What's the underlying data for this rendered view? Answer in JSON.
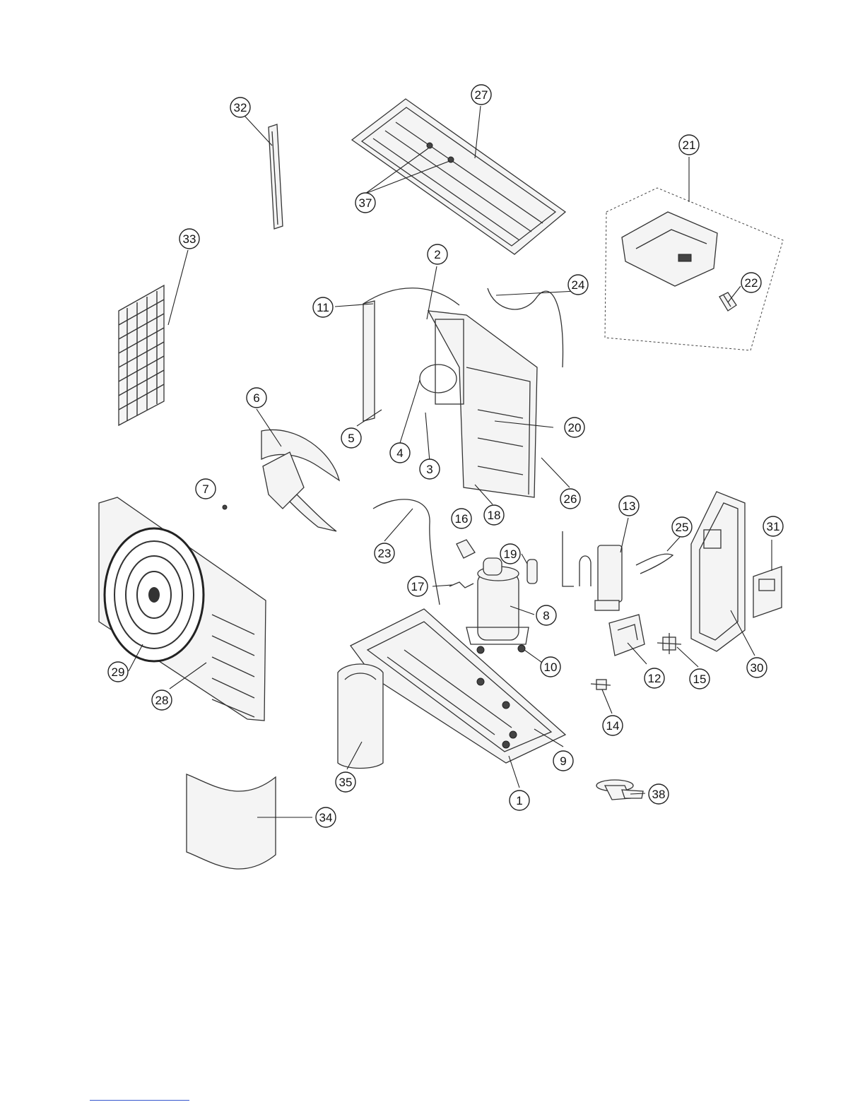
{
  "diagram": {
    "callouts": [
      {
        "id": "1",
        "label": "1"
      },
      {
        "id": "2",
        "label": "2"
      },
      {
        "id": "3",
        "label": "3"
      },
      {
        "id": "4",
        "label": "4"
      },
      {
        "id": "5",
        "label": "5"
      },
      {
        "id": "6",
        "label": "6"
      },
      {
        "id": "7",
        "label": "7"
      },
      {
        "id": "8",
        "label": "8"
      },
      {
        "id": "9",
        "label": "9"
      },
      {
        "id": "10",
        "label": "10"
      },
      {
        "id": "11",
        "label": "11"
      },
      {
        "id": "12",
        "label": "12"
      },
      {
        "id": "13",
        "label": "13"
      },
      {
        "id": "14",
        "label": "14"
      },
      {
        "id": "15",
        "label": "15"
      },
      {
        "id": "16",
        "label": "16"
      },
      {
        "id": "17",
        "label": "17"
      },
      {
        "id": "18",
        "label": "18"
      },
      {
        "id": "19",
        "label": "19"
      },
      {
        "id": "20",
        "label": "20"
      },
      {
        "id": "21",
        "label": "21"
      },
      {
        "id": "22",
        "label": "22"
      },
      {
        "id": "23",
        "label": "23"
      },
      {
        "id": "24",
        "label": "24"
      },
      {
        "id": "25",
        "label": "25"
      },
      {
        "id": "26",
        "label": "26"
      },
      {
        "id": "27",
        "label": "27"
      },
      {
        "id": "28",
        "label": "28"
      },
      {
        "id": "29",
        "label": "29"
      },
      {
        "id": "30",
        "label": "30"
      },
      {
        "id": "31",
        "label": "31"
      },
      {
        "id": "32",
        "label": "32"
      },
      {
        "id": "33",
        "label": "33"
      },
      {
        "id": "34",
        "label": "34"
      },
      {
        "id": "35",
        "label": "35"
      },
      {
        "id": "37",
        "label": "37"
      },
      {
        "id": "38",
        "label": "38"
      }
    ]
  }
}
